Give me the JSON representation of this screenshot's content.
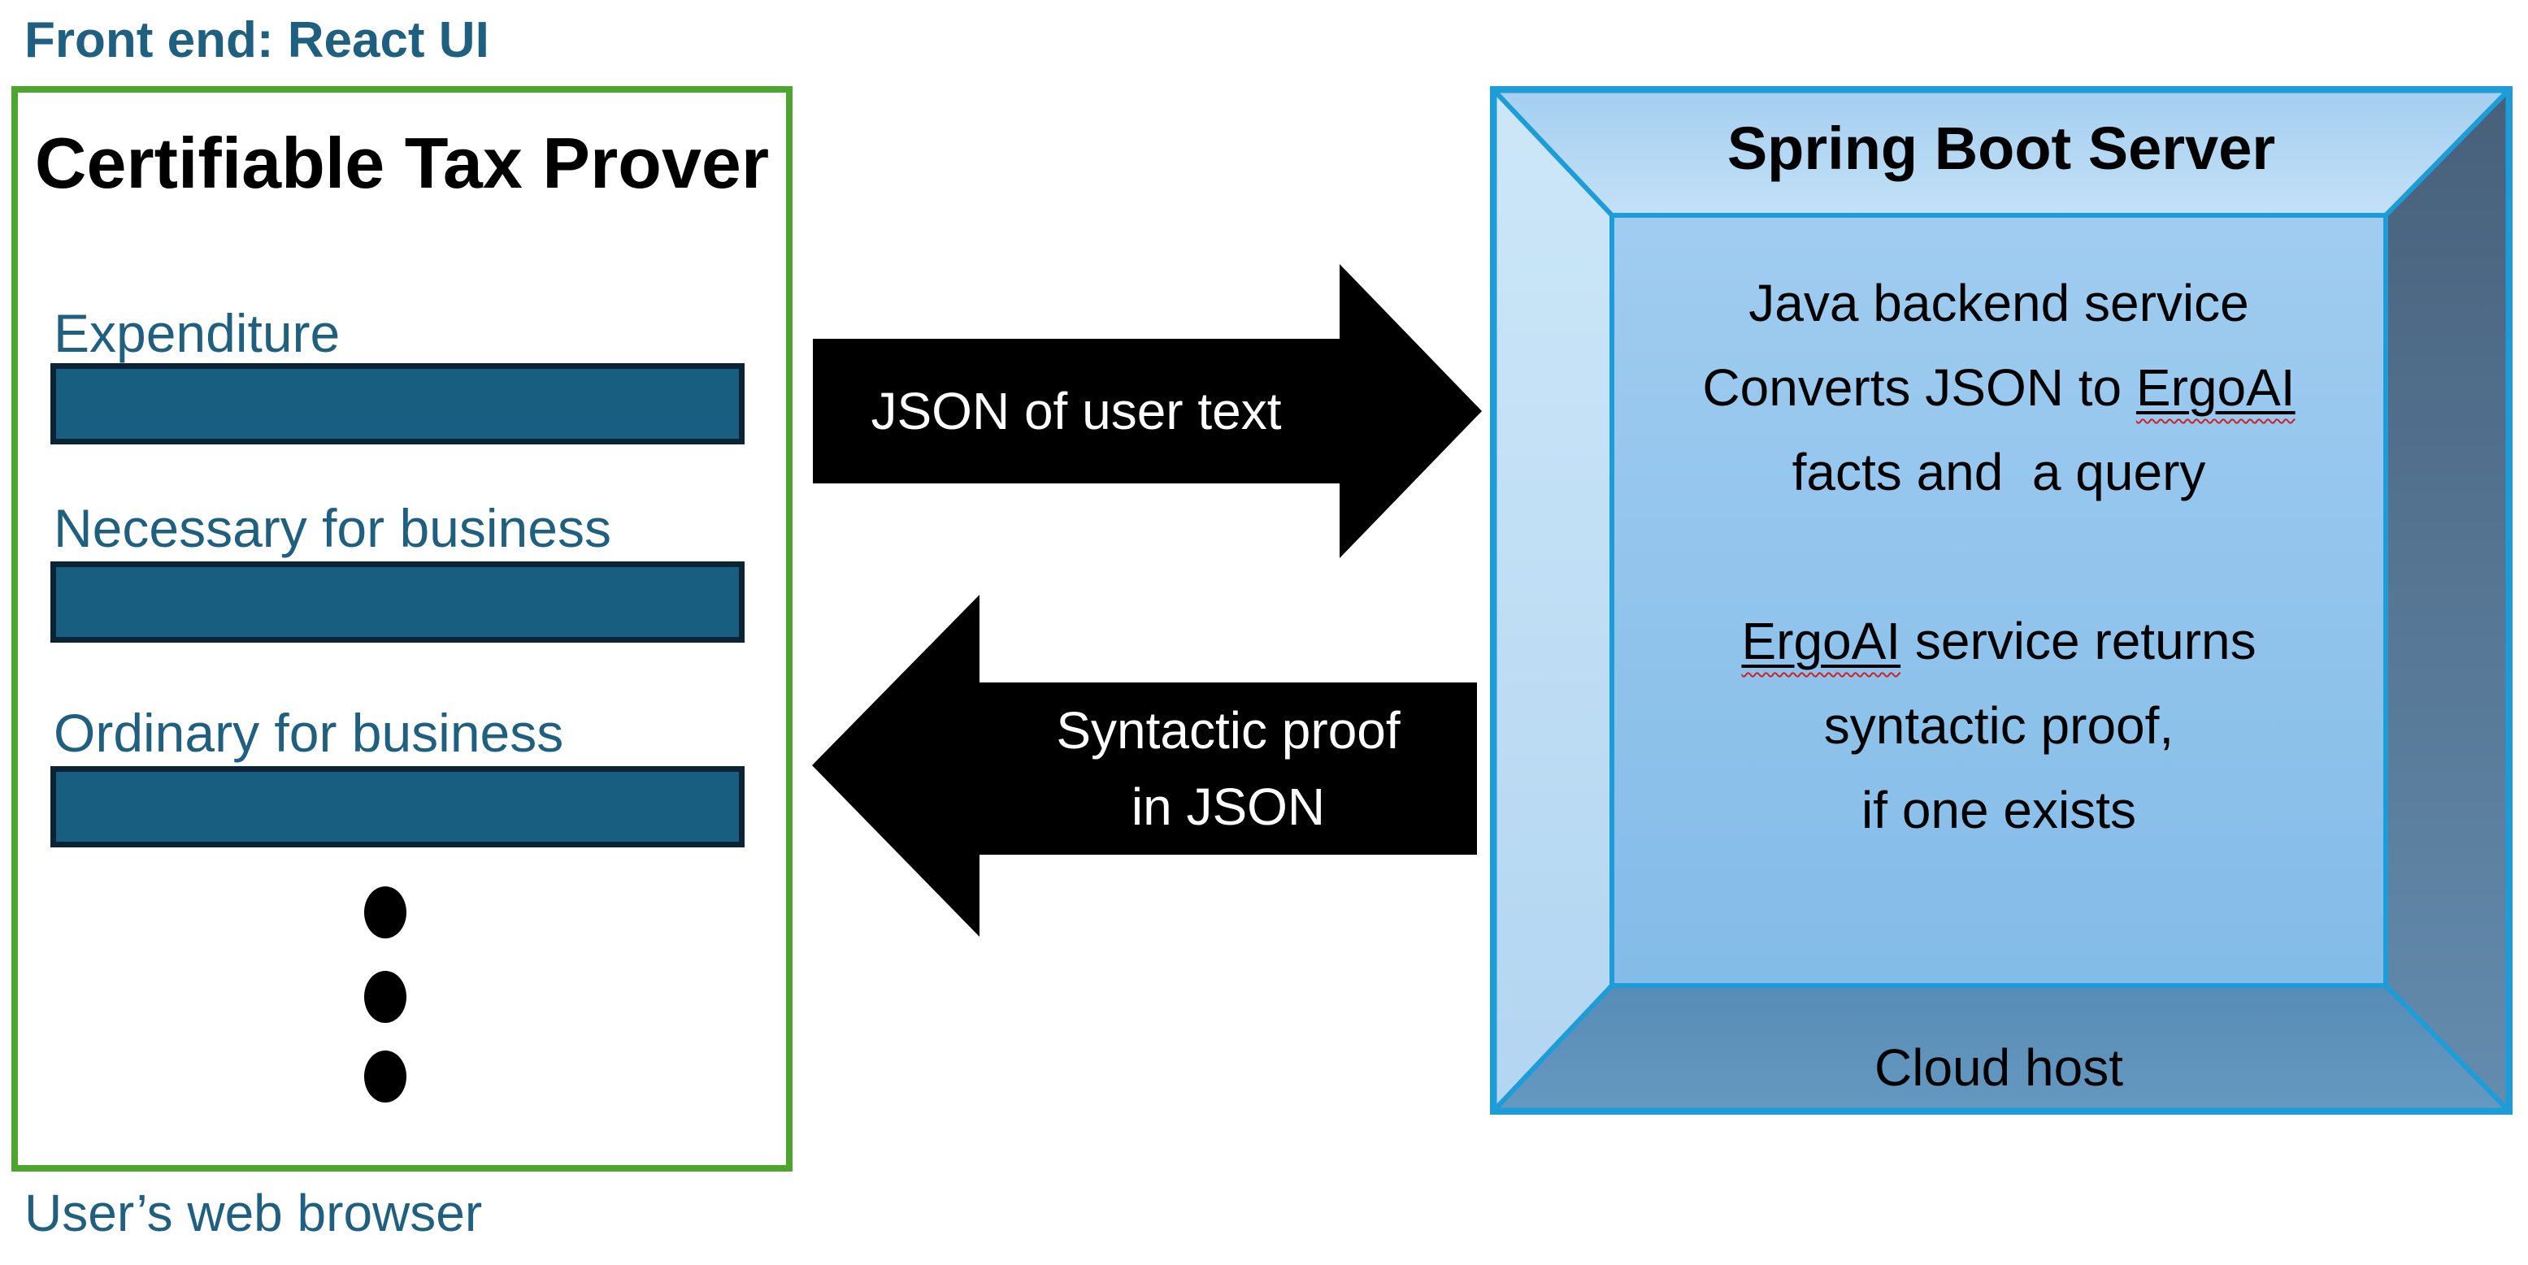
{
  "colors": {
    "teal_text": "#1F5F7F",
    "bar_fill": "#175E81",
    "bar_border": "#0A2435",
    "green_border": "#4DA42F",
    "box_border": "#1E9CD7",
    "arrow_fill": "#000000",
    "arrow_text": "#FFFFFF",
    "spellcheck_red": "#CC2222"
  },
  "frontend": {
    "heading": "Front end: React UI",
    "panel_title": "Certifiable Tax Prover",
    "fields": [
      {
        "label": "Expenditure"
      },
      {
        "label": "Necessary for business"
      },
      {
        "label": "Ordinary for business"
      }
    ],
    "caption": "User’s web browser"
  },
  "arrows": {
    "to_server": "JSON of user text",
    "to_client_line1": "Syntactic proof",
    "to_client_line2": "in JSON"
  },
  "server": {
    "title": "Spring Boot Server",
    "body": {
      "line1": "Java backend service",
      "line2_prefix": "Converts JSON to ",
      "line2_ergo": "ErgoAI",
      "line3": "facts and  a query",
      "line4_ergo": "ErgoAI",
      "line4_suffix": " service returns",
      "line5": "syntactic proof,",
      "line6": "if one exists"
    },
    "footer": "Cloud host"
  }
}
